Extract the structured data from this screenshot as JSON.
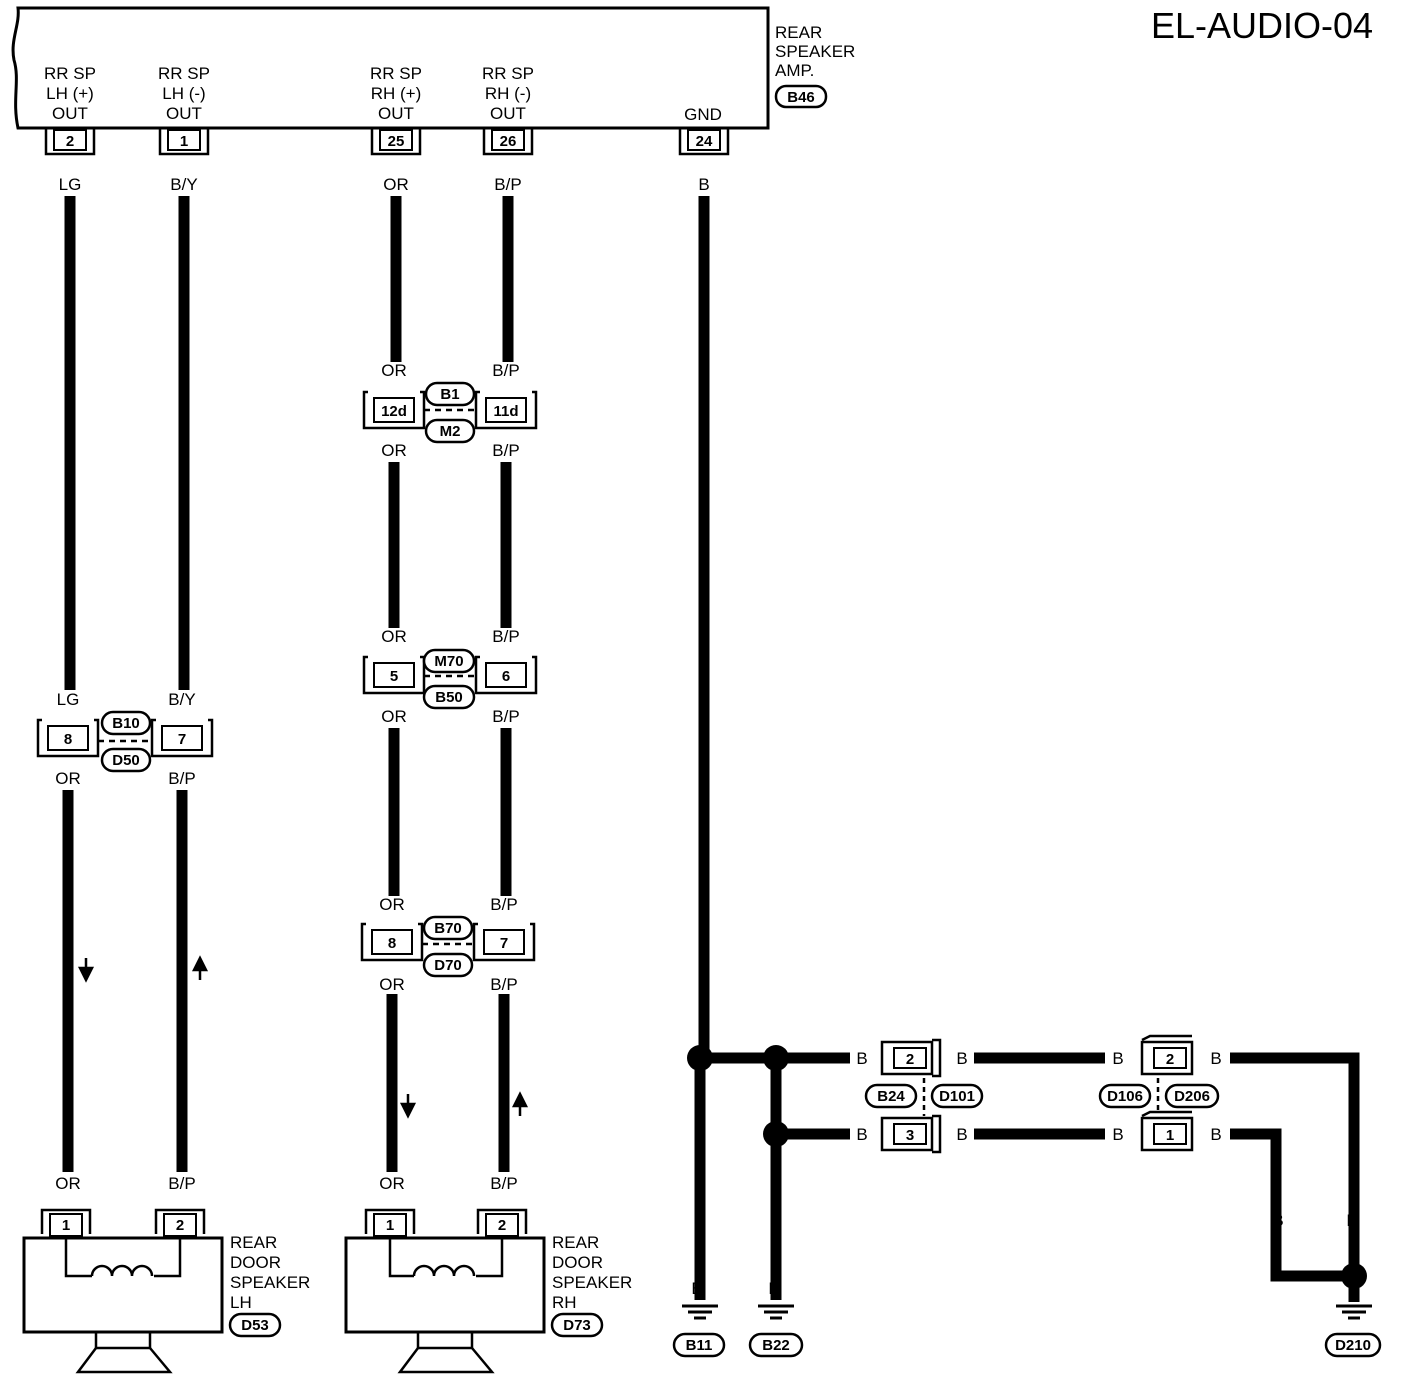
{
  "page_id": "EL-AUDIO-04",
  "amp": {
    "name_lines": [
      "REAR",
      "SPEAKER",
      "AMP."
    ],
    "connector": "B46",
    "terminals": [
      {
        "lines": [
          "RR SP",
          "LH (+)",
          "OUT"
        ],
        "pin": "2",
        "color": "LG"
      },
      {
        "lines": [
          "RR SP",
          "LH (-)",
          "OUT"
        ],
        "pin": "1",
        "color": "B/Y"
      },
      {
        "lines": [
          "RR SP",
          "RH (+)",
          "OUT"
        ],
        "pin": "25",
        "color": "OR"
      },
      {
        "lines": [
          "RR SP",
          "RH (-)",
          "OUT"
        ],
        "pin": "26",
        "color": "B/P"
      },
      {
        "lines": [
          "GND"
        ],
        "pin": "24",
        "color": "B"
      }
    ]
  },
  "inline_connectors": {
    "b1_m2": {
      "ids": [
        "B1",
        "M2"
      ],
      "pins": [
        "12d",
        "11d"
      ],
      "colors_top": [
        "OR",
        "B/P"
      ],
      "colors_bottom": [
        "OR",
        "B/P"
      ]
    },
    "m70_b50": {
      "ids": [
        "M70",
        "B50"
      ],
      "pins": [
        "5",
        "6"
      ],
      "colors_top": [
        "OR",
        "B/P"
      ],
      "colors_bottom": [
        "OR",
        "B/P"
      ]
    },
    "b70_d70": {
      "ids": [
        "B70",
        "D70"
      ],
      "pins": [
        "8",
        "7"
      ],
      "colors_top": [
        "OR",
        "B/P"
      ],
      "colors_bottom": [
        "OR",
        "B/P"
      ]
    },
    "b10_d50": {
      "ids": [
        "B10",
        "D50"
      ],
      "pins": [
        "8",
        "7"
      ],
      "colors_top": [
        "LG",
        "B/Y"
      ],
      "colors_bottom": [
        "OR",
        "B/P"
      ]
    }
  },
  "speakers": {
    "lh": {
      "name_lines": [
        "REAR",
        "DOOR",
        "SPEAKER",
        "LH"
      ],
      "connector": "D53",
      "pins": [
        "1",
        "2"
      ],
      "colors": [
        "OR",
        "B/P"
      ]
    },
    "rh": {
      "name_lines": [
        "REAR",
        "DOOR",
        "SPEAKER",
        "RH"
      ],
      "connector": "D73",
      "pins": [
        "1",
        "2"
      ],
      "colors": [
        "OR",
        "B/P"
      ]
    }
  },
  "ground": {
    "wire_color": "B",
    "grounds": [
      "B11",
      "B22",
      "D210"
    ],
    "conn_b24_d101": {
      "ids": [
        "B24",
        "D101"
      ],
      "pins": [
        "2",
        "3"
      ]
    },
    "conn_d106_d206": {
      "ids": [
        "D106",
        "D206"
      ],
      "pins": [
        "2",
        "1"
      ]
    }
  }
}
